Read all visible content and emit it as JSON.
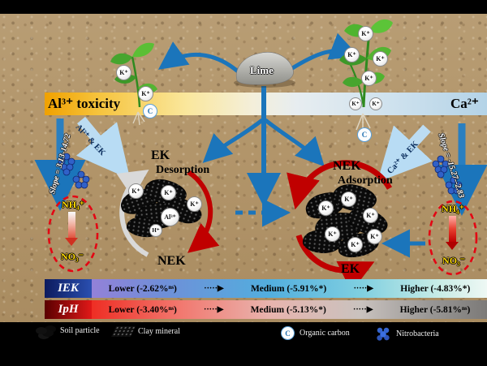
{
  "banner": {
    "left": "Al³⁺ toxicity",
    "right": "Ca²⁺"
  },
  "lime": {
    "label": "Lime"
  },
  "arrows": {
    "left_slanted": "Al³⁺ & EK",
    "right_slanted": "Ca²⁺ & EK",
    "left_slope": "Slope = 3.13-14.72",
    "right_slope": "Slope = -15.27--2.83"
  },
  "left_cycle": {
    "top": "EK",
    "process": "Desorption",
    "bottom": "NEK"
  },
  "right_cycle": {
    "top": "NEK",
    "process": "Adsorption",
    "bottom": "EK"
  },
  "nitrogen": {
    "ammonium": "NH₄⁺",
    "nitrate": "NO₃⁻"
  },
  "ions": {
    "k": "K⁺",
    "al": "Al³⁺",
    "h": "H⁺",
    "c": "C"
  },
  "bars": [
    {
      "label": "IEK",
      "segments": [
        "Lower (-2.62%ⁿˢ)",
        "Medium (-5.91%*)",
        "Higher (-4.83%*)"
      ],
      "arrow": "·····▶"
    },
    {
      "label": "IpH",
      "segments": [
        "Lower (-3.40%ⁿˢ)",
        "Medium (-5.13%*)",
        "Higher (-5.81%ⁿˢ)"
      ],
      "arrow": "·····▶"
    }
  ],
  "legend": [
    {
      "label": "Soil particle"
    },
    {
      "label": "Clay mineral"
    },
    {
      "label": "Organic carbon"
    },
    {
      "label": "Nitrobacteria"
    }
  ],
  "colors": {
    "accent_blue": "#1b75bb",
    "accent_red": "#c00000",
    "banner_gold": "#f0a100",
    "banner_blue": "#b4d3e7"
  }
}
